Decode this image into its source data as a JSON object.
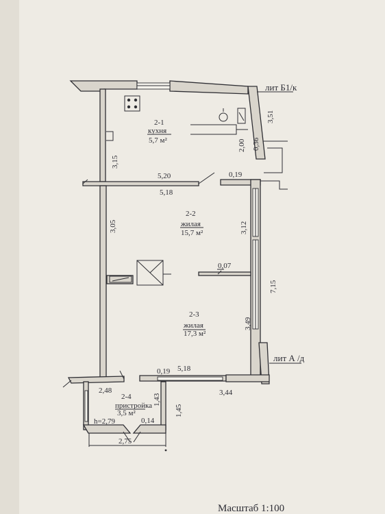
{
  "labels": {
    "lit_b": "лит Б1/к",
    "lit_a": "лит А /д",
    "scale": "Масштаб 1:100"
  },
  "rooms": [
    {
      "id": "2-1",
      "name": "кухня",
      "area": "5,7 м²"
    },
    {
      "id": "2-2",
      "name": "жилая",
      "area": "15,7 м²"
    },
    {
      "id": "2-3",
      "name": "жилая",
      "area": "17,3 м²"
    },
    {
      "id": "2-4",
      "name": "пристройка",
      "area": "3,5 м²"
    }
  ],
  "dims": {
    "d351": "3,51",
    "d036": "0,36",
    "d200": "2,00",
    "d315": "3,15",
    "d520": "5,20",
    "d019a": "0,19",
    "d518a": "5,18",
    "d305": "3,05",
    "d312": "3,12",
    "d007": "0,07",
    "d715": "7,15",
    "d349": "3,49",
    "d019b": "0,19",
    "d518b": "5,18",
    "d344": "3,44",
    "d248": "2,48",
    "d143": "1,43",
    "d145": "1,45",
    "h279": "h=2,79",
    "d014": "0,14",
    "d275": "2,75"
  }
}
